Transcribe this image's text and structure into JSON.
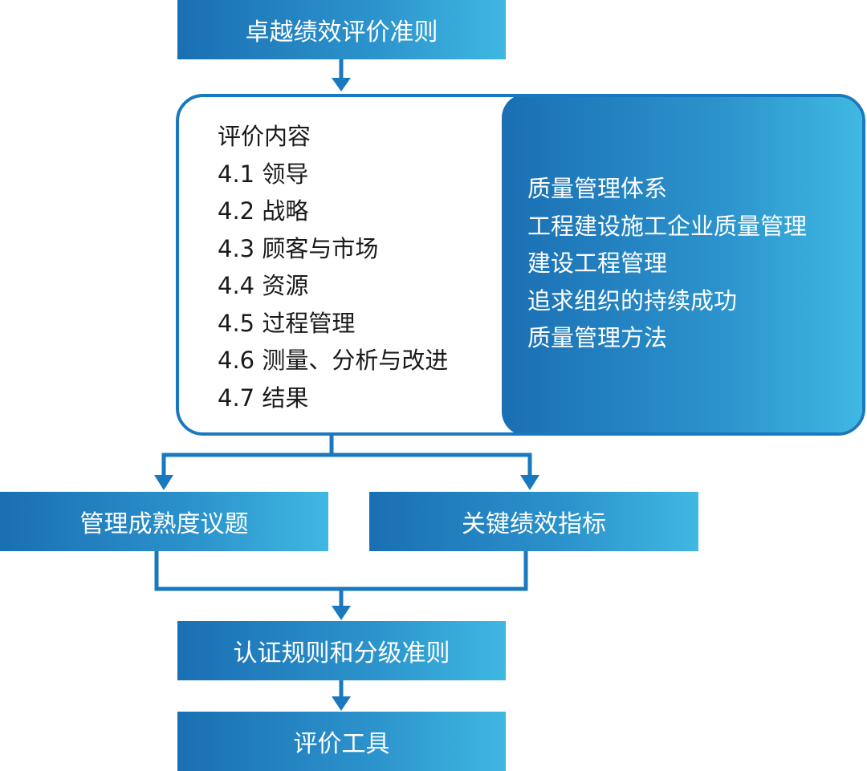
{
  "top_box": "卓越绩效评价准则",
  "content": {
    "heading": "评价内容",
    "items": [
      "4.1 领导",
      "4.2 战略",
      "4.3 顾客与市场",
      "4.4 资源",
      "4.5 过程管理",
      "4.6 测量、分析与改进",
      "4.7 结果"
    ]
  },
  "systems": [
    "质量管理体系",
    "工程建设施工企业质量管理",
    "建设工程管理",
    "追求组织的持续成功",
    "质量管理方法"
  ],
  "left_box": "管理成熟度议题",
  "right_box": "关键绩效指标",
  "cert_box": "认证规则和分级准则",
  "tool_box": "评价工具",
  "colors": {
    "box_start": "#1a6fb3",
    "box_end": "#3fb8e2",
    "line": "#1a78bf"
  }
}
